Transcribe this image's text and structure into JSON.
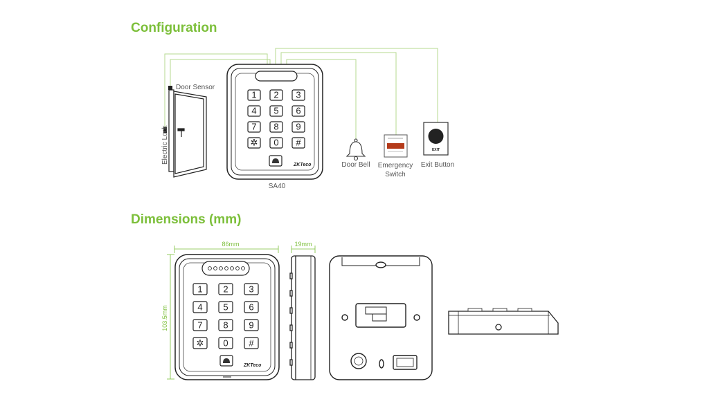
{
  "sections": {
    "configuration_title": "Configuration",
    "dimensions_title": "Dimensions (mm)"
  },
  "configuration": {
    "device_label": "SA40",
    "door_sensor_label": "Door Sensor",
    "electric_lock_label": "Electric Lock",
    "door_bell_label": "Door Bell",
    "emergency_switch_label_line1": "Emergency",
    "emergency_switch_label_line2": "Switch",
    "exit_button_label": "Exit Button",
    "exit_plate_text": "EXIT",
    "brand_text": "ZKTeco"
  },
  "dimensions": {
    "width_label": "86mm",
    "depth_label": "19mm",
    "height_label": "103.5mm"
  },
  "keypad": {
    "keys": [
      "1",
      "2",
      "3",
      "4",
      "5",
      "6",
      "7",
      "8",
      "9",
      "✲",
      "0",
      "#"
    ],
    "bell_key": "🔔"
  },
  "colors": {
    "accent": "#7cbf3a",
    "wire": "#b5d98f",
    "outline": "#222222"
  }
}
